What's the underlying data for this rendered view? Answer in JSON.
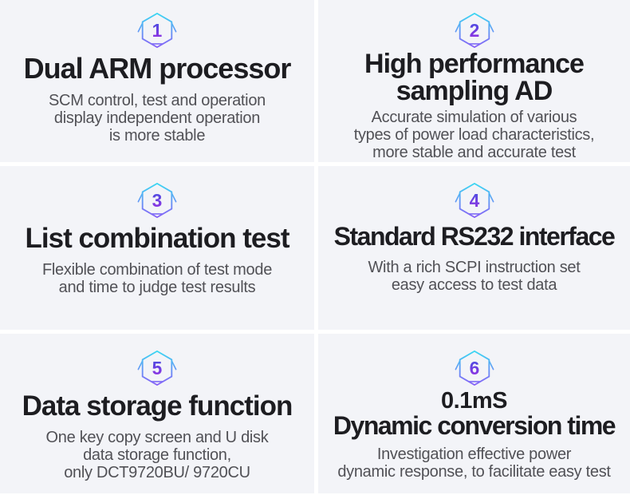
{
  "page": {
    "kind": "product-feature-grid",
    "colors": {
      "cell_bg": "#f3f4f8",
      "separator": "#ffffff",
      "title_text": "#1d1d21",
      "desc_text": "#515156",
      "hex_gradient_top": "#38dcf2",
      "hex_gradient_bottom": "#8a5cf7",
      "number_gradient_top": "#3f51e0",
      "number_gradient_bottom": "#9c2fe3"
    }
  },
  "sections": [
    {
      "number": "1",
      "title": "Dual ARM processor",
      "desc": [
        "SCM control, test and operation",
        "display independent operation",
        "is more stable"
      ]
    },
    {
      "number": "2",
      "title_line1": "High performance",
      "title_line2": "sampling AD",
      "desc": [
        "Accurate simulation of various",
        "types of power load characteristics,",
        "more stable and accurate test"
      ]
    },
    {
      "number": "3",
      "title": "List combination test",
      "desc": [
        "Flexible combination of test mode",
        "and time to judge test results"
      ]
    },
    {
      "number": "4",
      "title": "Standard RS232 interface",
      "desc": [
        "With a rich SCPI instruction set",
        "easy access to test data"
      ]
    },
    {
      "number": "5",
      "title": "Data storage function",
      "desc": [
        "One key copy screen and U disk",
        "data storage function,",
        "only DCT9720BU/ 9720CU"
      ]
    },
    {
      "number": "6",
      "pre_title": "0.1mS",
      "title": "Dynamic conversion time",
      "desc": [
        "Investigation effective power",
        "dynamic response, to facilitate easy test"
      ]
    }
  ]
}
